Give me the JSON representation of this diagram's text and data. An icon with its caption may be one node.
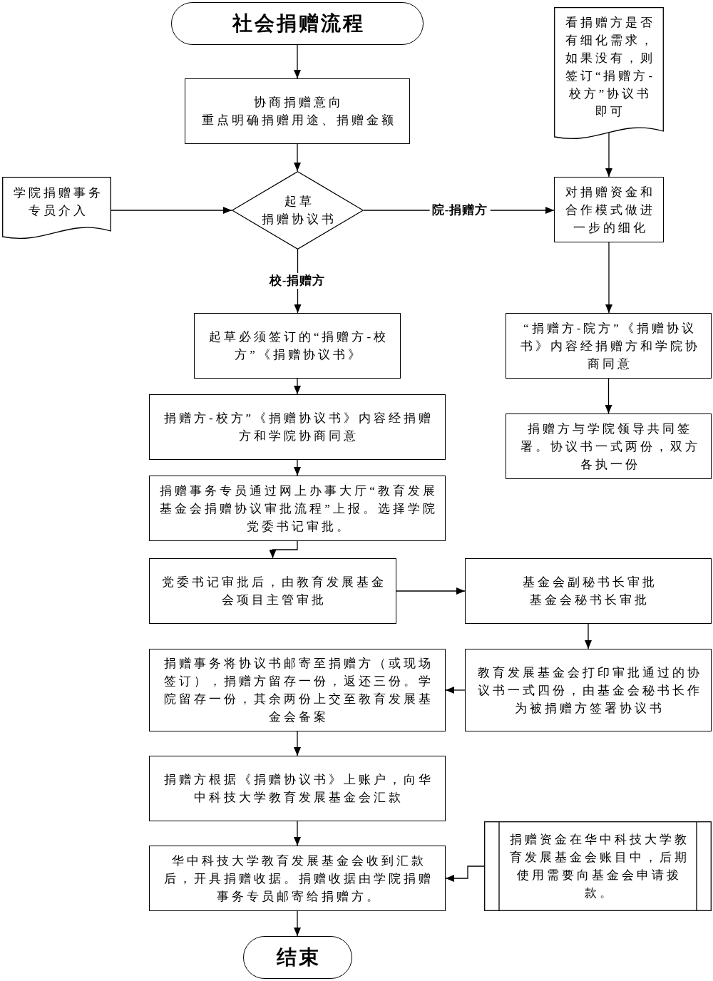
{
  "diagram": {
    "nodes": [
      {
        "text": [
          "社会捐赠流程"
        ]
      },
      {
        "text": [
          "看捐赠方是否有细化需求，如果没有，则签订“捐赠方-校方”协议书即可"
        ]
      },
      {
        "text": [
          "协商捐赠意向",
          "重点明确捐赠用途、捐赠金额"
        ]
      },
      {
        "text": [
          "学院捐赠事务专员介入"
        ]
      },
      {
        "text": [
          "起草",
          "捐赠协议书"
        ]
      },
      {
        "text": [
          "对捐赠资金和合作模式做进一步的细化"
        ]
      },
      {
        "text": [
          "起草必须签订的“捐赠方-校方”《捐赠协议书》"
        ]
      },
      {
        "text": [
          "“捐赠方-院方”《捐赠协议书》内容经捐赠方和学院协商同意"
        ]
      },
      {
        "text": [
          "捐赠方-校方”《捐赠协议书》内容经捐赠方和学院协商同意"
        ]
      },
      {
        "text": [
          "捐赠方与学院领导共同签署。协议书一式两份，双方各执一份"
        ]
      },
      {
        "text": [
          "捐赠事务专员通过网上办事大厅“教育发展基金会捐赠协议审批流程”上报。选择学院党委书记审批。"
        ]
      },
      {
        "text": [
          "党委书记审批后，由教育发展基金会项目主管审批"
        ]
      },
      {
        "text": [
          "基金会副秘书长审批",
          "基金会秘书长审批"
        ]
      },
      {
        "text": [
          "捐赠事务将协议书邮寄至捐赠方（或现场签订），捐赠方留存一份，返还三份。学院留存一份，其余两份上交至教育发展基金会备案"
        ]
      },
      {
        "text": [
          "教育发展基金会打印审批通过的协议书一式四份，由基金会秘书长作为被捐赠方签署协议书"
        ]
      },
      {
        "text": [
          "捐赠方根据《捐赠协议书》上账户，向华中科技大学教育发展基金会汇款"
        ]
      },
      {
        "text": [
          "华中科技大学教育发展基金会收到汇款后，开具捐赠收据。捐赠收据由学院捐赠事务专员邮寄给捐赠方。"
        ]
      },
      {
        "text": [
          "捐赠资金在华中科技大学教育发展基金会账目中，后期使用需要向基金会申请拨款。"
        ]
      },
      {
        "text": [
          "结束"
        ]
      }
    ],
    "edges": [
      {
        "from": 0,
        "to": 2,
        "arrow": "to"
      },
      {
        "from": 2,
        "to": 4,
        "arrow": "to"
      },
      {
        "from": 3,
        "to": 4,
        "arrow": "to"
      },
      {
        "from": 4,
        "to": 5,
        "arrow": "to",
        "label": "院-捐赠方"
      },
      {
        "from": 1,
        "to": 5,
        "arrow": "to"
      },
      {
        "from": 4,
        "to": 6,
        "arrow": "to",
        "label": "校-捐赠方"
      },
      {
        "from": 5,
        "to": 7,
        "arrow": "to"
      },
      {
        "from": 6,
        "to": 8,
        "arrow": "to"
      },
      {
        "from": 7,
        "to": 9,
        "arrow": "to"
      },
      {
        "from": 8,
        "to": 10,
        "arrow": "to"
      },
      {
        "from": 10,
        "to": 11,
        "arrow": "to"
      },
      {
        "from": 11,
        "to": 12,
        "arrow": "to"
      },
      {
        "from": 12,
        "to": 14,
        "arrow": "to"
      },
      {
        "from": 14,
        "to": 13,
        "arrow": "to"
      },
      {
        "from": 13,
        "to": 15,
        "arrow": "to"
      },
      {
        "from": 15,
        "to": 16,
        "arrow": "to"
      },
      {
        "from": 17,
        "to": 16,
        "arrow": "to"
      },
      {
        "from": 16,
        "to": 18,
        "arrow": "to"
      }
    ]
  }
}
